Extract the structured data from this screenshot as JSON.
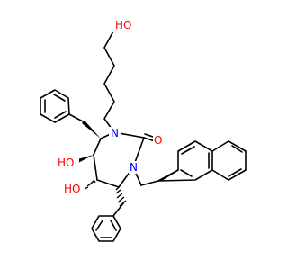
{
  "molecule": {
    "colors": {
      "bond": "#000000",
      "oxygen": "#ff0000",
      "nitrogen": "#0000ff"
    },
    "labels": {
      "top_hydroxyl": "HO",
      "ring_hydroxyl_upper": "HO",
      "ring_hydroxyl_lower": "HO",
      "carbonyl_oxygen": "O",
      "ring_nitrogen_upper": "N",
      "ring_nitrogen_lower": "N"
    }
  }
}
